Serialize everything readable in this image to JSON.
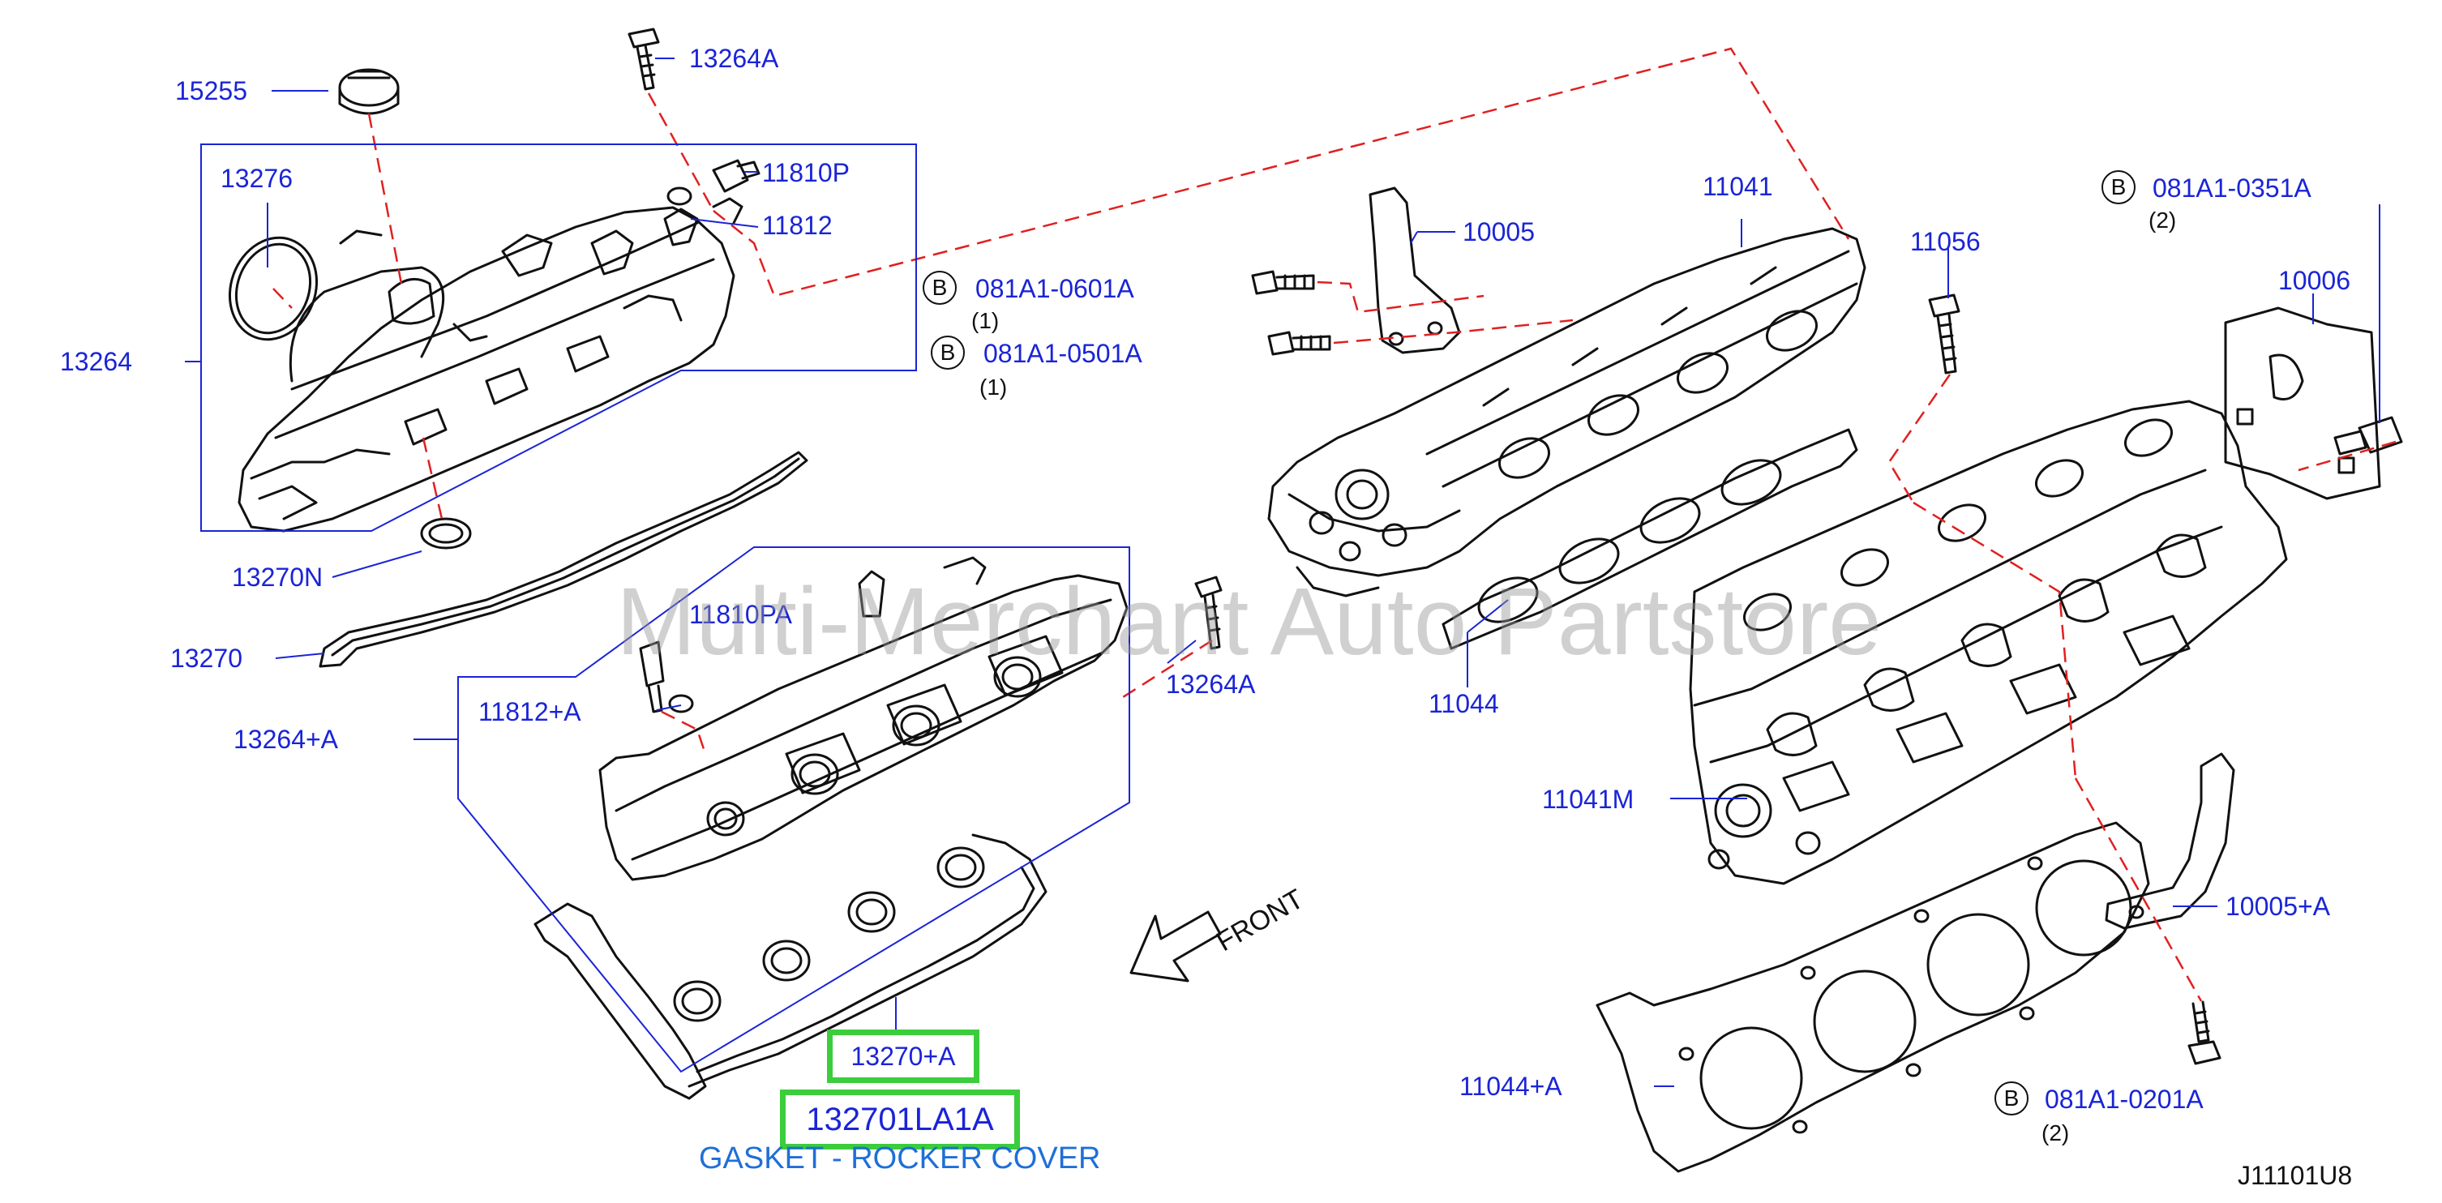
{
  "labels": {
    "p15255": "15255",
    "p13264A_top": "13264A",
    "p11810P": "11810P",
    "p11812": "11812",
    "p13276": "13276",
    "p13264": "13264",
    "p13270N": "13270N",
    "p13270": "13270",
    "p11810PA": "11810PA",
    "p11812A": "11812+A",
    "p13264A_right": "13264A",
    "p13264plusA": "13264+A",
    "p10005": "10005",
    "p11041": "11041",
    "p11056": "11056",
    "p10006": "10006",
    "p11044": "11044",
    "p11041M": "11041M",
    "p10005A": "10005+A",
    "p11044A": "11044+A"
  },
  "bolts": [
    {
      "marker": "B",
      "code": "081A1-0601A",
      "qty": "(1)"
    },
    {
      "marker": "B",
      "code": "081A1-0501A",
      "qty": "(1)"
    },
    {
      "marker": "B",
      "code": "081A1-0351A",
      "qty": "(2)"
    },
    {
      "marker": "B",
      "code": "081A1-0201A",
      "qty": "(2)"
    }
  ],
  "highlight": {
    "ref": "13270+A",
    "part_number": "132701LA1A",
    "description": "GASKET - ROCKER COVER",
    "color": "#3ccd3c"
  },
  "front_label": "FRONT",
  "diagram_code": "J11101U8",
  "watermark": "Multi-Merchant Auto Partstore",
  "colors": {
    "callout": "#1a24d6",
    "leader": "#1a24d6",
    "dashed": "#e02020",
    "caption": "#1e6fd8"
  }
}
